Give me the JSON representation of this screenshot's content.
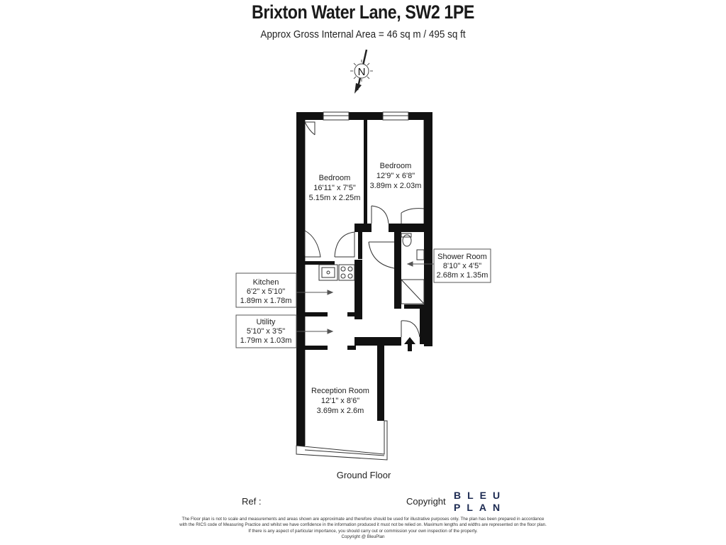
{
  "header": {
    "title": "Brixton Water Lane, SW2 1PE",
    "subtitle": "Approx Gross Internal Area = 46 sq m / 495 sq ft"
  },
  "compass": {
    "label": "N"
  },
  "rooms": {
    "bedroom1": {
      "name": "Bedroom",
      "imperial": "16'11\" x 7'5\"",
      "metric": "5.15m x 2.25m"
    },
    "bedroom2": {
      "name": "Bedroom",
      "imperial": "12'9\" x 6'8\"",
      "metric": "3.89m x 2.03m"
    },
    "shower": {
      "name": "Shower Room",
      "imperial": "8'10\" x 4'5\"",
      "metric": "2.68m x 1.35m"
    },
    "kitchen": {
      "name": "Kitchen",
      "imperial": "6'2\" x 5'10\"",
      "metric": "1.89m x 1.78m"
    },
    "utility": {
      "name": "Utility",
      "imperial": "5'10\" x 3'5\"",
      "metric": "1.79m x 1.03m"
    },
    "reception": {
      "name": "Reception Room",
      "imperial": "12'1\" x 8'6\"",
      "metric": "3.69m x 2.6m"
    }
  },
  "floor_label": "Ground Floor",
  "footer": {
    "ref_label": "Ref  :",
    "copyright_label": "Copyright",
    "logo_line1": "BLEU",
    "logo_line2": "PLAN",
    "disclaimer_1": "The Floor plan is not to scale and measurements and areas shown are approximate and therefore should be used for illustrative purposes only. The plan has been prepared in accordance",
    "disclaimer_2": "with the RICS code of Measuring Practice and whilst we have confidence in the information produced it must not be relied on. Maximum lengths and widths are represented on the floor plan.",
    "disclaimer_3": "If there is any aspect of particular importance, you should carry out or commission your own inspection of the property.",
    "disclaimer_4": "Copyright @ BleuPlan"
  }
}
